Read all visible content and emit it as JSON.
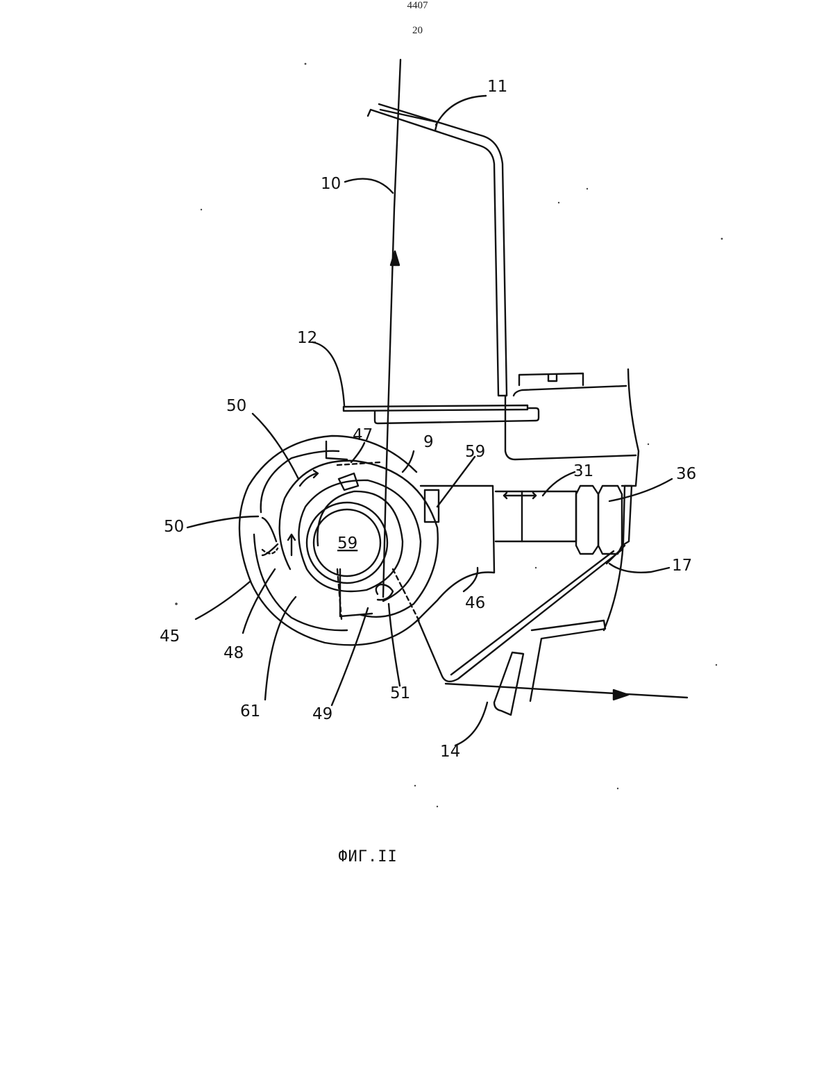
{
  "header": {
    "doc_number": "4407",
    "page_number": "20"
  },
  "figure": {
    "caption": "ФИГ.II",
    "labels": {
      "l11": "11",
      "l10": "10",
      "l12": "12",
      "l50a": "50",
      "l47": "47",
      "l9": "9",
      "l59a": "59",
      "l31": "31",
      "l36": "36",
      "l50b": "50",
      "l59b": "59",
      "l17": "17",
      "l46": "46",
      "l45": "45",
      "l48": "48",
      "l61": "61",
      "l49": "49",
      "l51": "51",
      "l14": "14"
    }
  }
}
